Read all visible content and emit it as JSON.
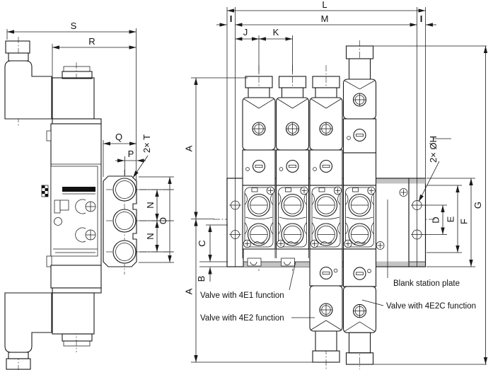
{
  "side_view": {
    "dims": {
      "s": "S",
      "r": "R",
      "q": "Q",
      "p": "P",
      "t": "2× T",
      "n1": "N",
      "n2": "N",
      "o": "O"
    }
  },
  "front_view": {
    "dims": {
      "l": "L",
      "m": "M",
      "i_left": "I",
      "i_right": "I",
      "j": "J",
      "k": "K",
      "a_top": "A",
      "a_bottom": "A",
      "b": "B",
      "c": "C",
      "d": "D",
      "e": "E",
      "f": "F",
      "g": "G",
      "h": "2× ØH"
    },
    "labels": {
      "valve_4e1": "Valve with 4E1 function",
      "valve_4e2": "Valve with 4E2 function",
      "valve_4e2c": "Valve with 4E2C function",
      "blank_station": "Blank station plate"
    }
  },
  "colors": {
    "line": "#1a1a1a",
    "plate_gray": "#cbcbcb",
    "band_gray": "#c3c3c3",
    "background": "#ffffff"
  }
}
